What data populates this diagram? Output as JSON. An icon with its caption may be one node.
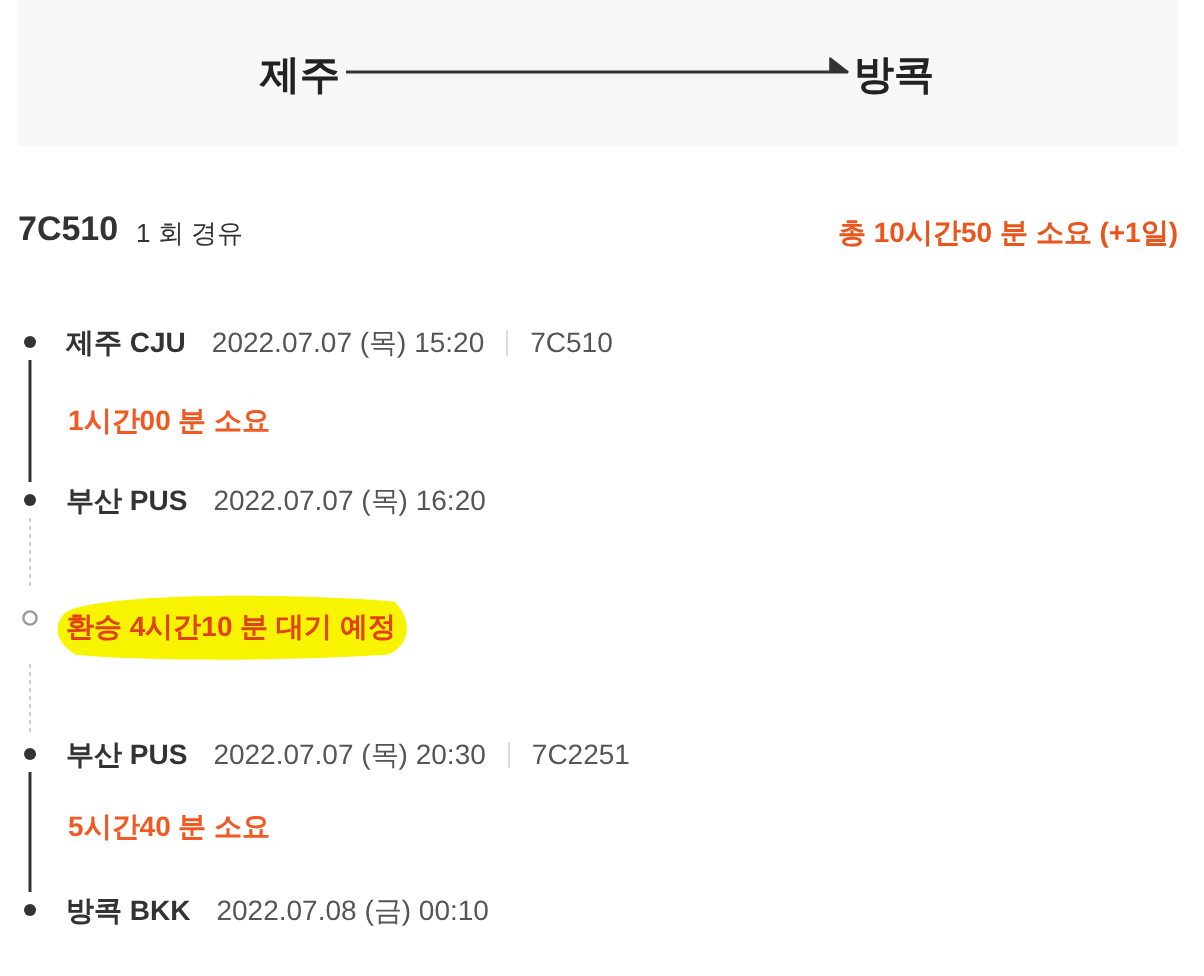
{
  "diagram": {
    "nodes": [
      {
        "text": [],
        "shape": "box"
      },
      {
        "text": [
          "제주"
        ],
        "in": 0
      },
      {
        "text": [
          "방콕"
        ],
        "in": 0
      },
      {
        "text": [
          "제주 CJU",
          "2022.07.07 (목) 15:20",
          "7C510"
        ]
      },
      {
        "text": [
          "부산 PUS",
          "2022.07.07 (목) 16:20"
        ]
      },
      {
        "text": [
          "환승 4시간10 분 대기 예정"
        ]
      },
      {
        "text": [
          "부산 PUS",
          "2022.07.07 (목) 20:30",
          "7C2251"
        ]
      },
      {
        "text": [
          "방콕 BKK",
          "2022.07.08 (금) 00:10"
        ]
      }
    ],
    "edges": [
      {
        "from": 1,
        "to": 2,
        "arrow": "to"
      },
      {
        "from": 3,
        "to": 4,
        "arrow": "none",
        "label": "1시간00 분 소요"
      },
      {
        "from": 4,
        "to": 5,
        "arrow": "none",
        "style": "dashed",
        "color": "#cccccc"
      },
      {
        "from": 5,
        "to": 6,
        "arrow": "none",
        "style": "dashed",
        "color": "#cccccc"
      },
      {
        "from": 6,
        "to": 7,
        "arrow": "none",
        "label": "5시간40 분 소요"
      }
    ],
    "labels": [
      "7C510",
      "1 회 경유",
      "총 10시간50 분 소요 (+1일)"
    ]
  }
}
